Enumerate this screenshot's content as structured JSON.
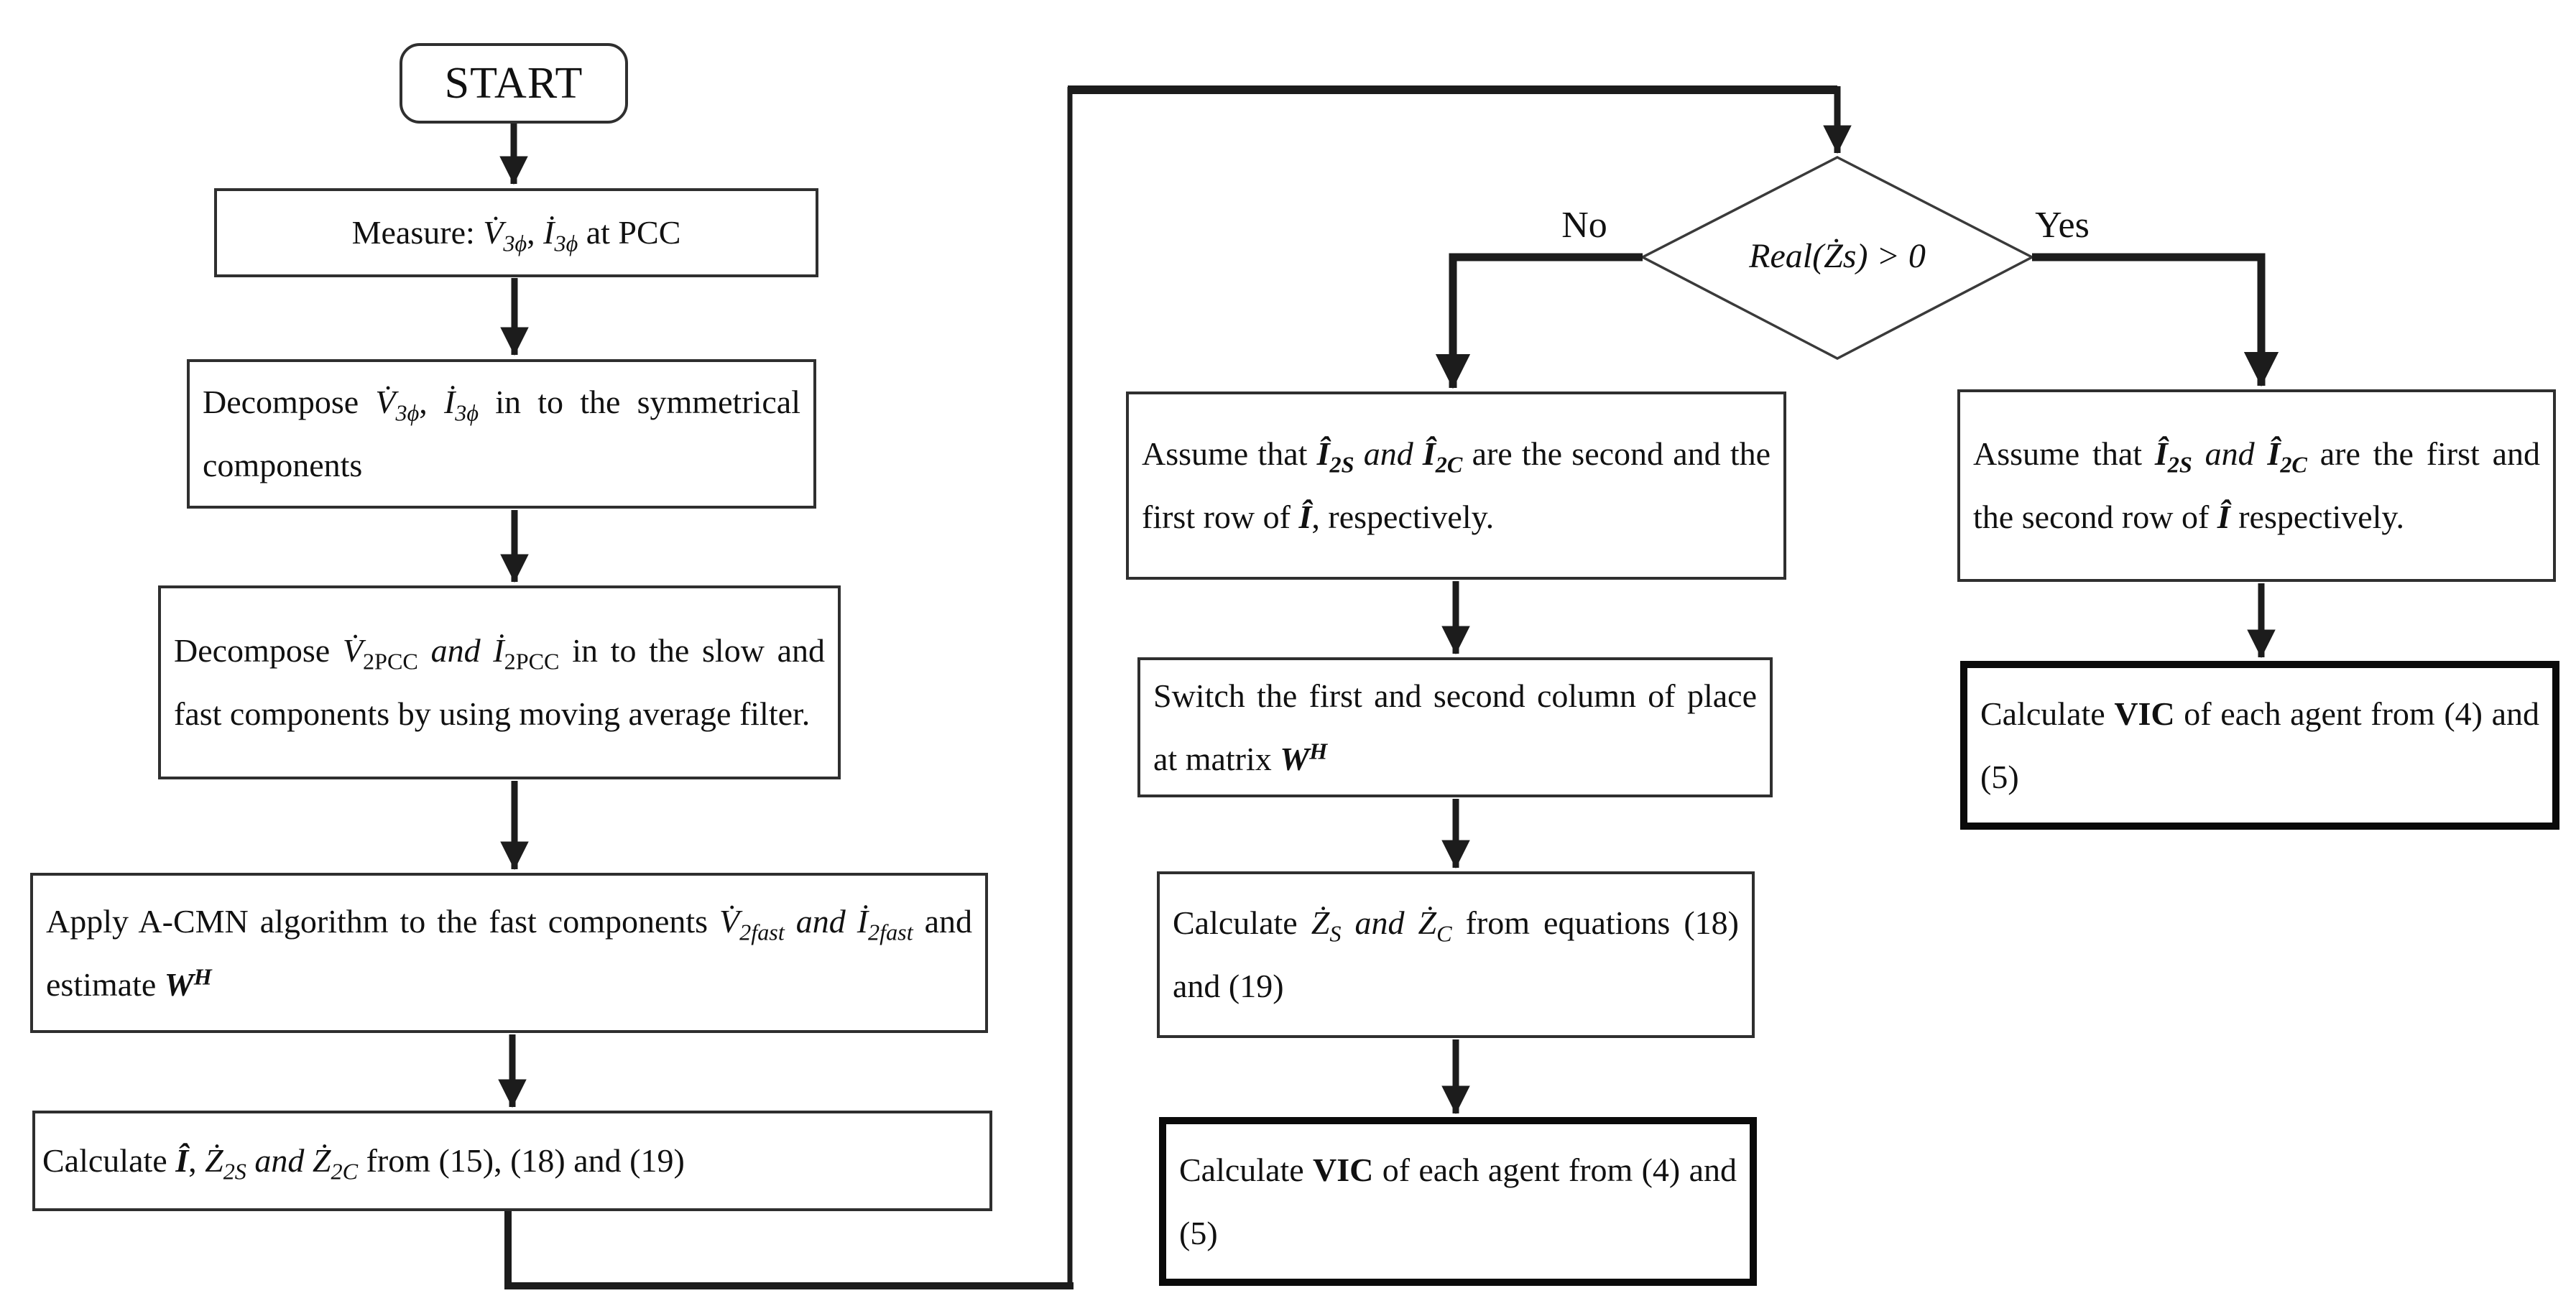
{
  "figure": {
    "background": "#ffffff",
    "line_color": "#1c1c1c",
    "box_border_color": "#2f2f2f",
    "bold_box_border_color": "#0a0a0a"
  },
  "flowchart": {
    "start_label": "START",
    "decision": {
      "runs": [
        {
          "t": "Real(Żs) > 0",
          "s": "it"
        }
      ],
      "no_label": "No",
      "yes_label": "Yes"
    },
    "nodes": {
      "measure": {
        "runs": [
          {
            "t": "Measure: "
          },
          {
            "t": "V̇",
            "s": "it"
          },
          {
            "t": "3ϕ",
            "s": "sub it"
          },
          {
            "t": ", "
          },
          {
            "t": "İ",
            "s": "it"
          },
          {
            "t": "3ϕ",
            "s": "sub it"
          },
          {
            "t": " at PCC"
          }
        ]
      },
      "decompose_symmetrical": {
        "runs": [
          {
            "t": "Decompose "
          },
          {
            "t": "V̇",
            "s": "it"
          },
          {
            "t": "3ϕ",
            "s": "sub it"
          },
          {
            "t": ", "
          },
          {
            "t": "İ",
            "s": "it"
          },
          {
            "t": "3ϕ",
            "s": "sub it"
          },
          {
            "t": " in to the symmetrical components"
          }
        ]
      },
      "decompose_slow_fast": {
        "runs": [
          {
            "t": "Decompose "
          },
          {
            "t": "V̇",
            "s": "it"
          },
          {
            "t": "2PCC",
            "s": "sub"
          },
          {
            "t": " "
          },
          {
            "t": "and",
            "s": "it"
          },
          {
            "t": " "
          },
          {
            "t": "İ",
            "s": "it"
          },
          {
            "t": "2PCC",
            "s": "sub"
          },
          {
            "t": "  in to the slow and fast components by using moving average filter."
          }
        ]
      },
      "apply_acmn": {
        "runs": [
          {
            "t": "Apply A-CMN algorithm to the fast components "
          },
          {
            "t": "V̇",
            "s": "it"
          },
          {
            "t": "2fast",
            "s": "sub it"
          },
          {
            "t": " "
          },
          {
            "t": "and",
            "s": "it"
          },
          {
            "t": " "
          },
          {
            "t": "İ",
            "s": "it"
          },
          {
            "t": "2fast",
            "s": "sub it"
          },
          {
            "t": " and estimate "
          },
          {
            "t": "W",
            "s": "bi"
          },
          {
            "t": "H",
            "s": "sup bi"
          }
        ]
      },
      "calculate_i_z": {
        "runs": [
          {
            "t": "Calculate  "
          },
          {
            "t": "Î",
            "s": "bi"
          },
          {
            "t": ", "
          },
          {
            "t": "Ż",
            "s": "it"
          },
          {
            "t": "2S",
            "s": "sub it"
          },
          {
            "t": " "
          },
          {
            "t": "and",
            "s": "it"
          },
          {
            "t": " "
          },
          {
            "t": "Ż",
            "s": "it"
          },
          {
            "t": "2C",
            "s": "sub it"
          },
          {
            "t": " from (15), (18) and (19)"
          }
        ]
      },
      "assume_no": {
        "runs": [
          {
            "t": "Assume that "
          },
          {
            "t": "Î",
            "s": "bi"
          },
          {
            "t": "2S",
            "s": "sub bi"
          },
          {
            "t": " "
          },
          {
            "t": "and",
            "s": "it"
          },
          {
            "t": " "
          },
          {
            "t": "Î",
            "s": "bi"
          },
          {
            "t": "2C",
            "s": "sub bi"
          },
          {
            "t": "  are the second and the first row of "
          },
          {
            "t": "Î",
            "s": "bi"
          },
          {
            "t": ", respectively."
          }
        ]
      },
      "switch_columns": {
        "runs": [
          {
            "t": "Switch the first and second column of place at matrix "
          },
          {
            "t": "W",
            "s": "bi"
          },
          {
            "t": "H",
            "s": "sup bi"
          }
        ]
      },
      "calculate_zs_zc": {
        "runs": [
          {
            "t": "Calculate  "
          },
          {
            "t": "Ż",
            "s": "it"
          },
          {
            "t": "S",
            "s": "sub it"
          },
          {
            "t": " "
          },
          {
            "t": "and",
            "s": "it"
          },
          {
            "t": " "
          },
          {
            "t": "Ż",
            "s": "it"
          },
          {
            "t": "C",
            "s": "sub it"
          },
          {
            "t": "  from equations (18) and (19)"
          }
        ]
      },
      "calculate_vic_no": {
        "runs": [
          {
            "t": "Calculate "
          },
          {
            "t": "VIC",
            "s": "bd"
          },
          {
            "t": " of each agent from (4) and (5)"
          }
        ]
      },
      "assume_yes": {
        "runs": [
          {
            "t": "Assume  that  "
          },
          {
            "t": "Î",
            "s": "bi"
          },
          {
            "t": "2S",
            "s": "sub bi"
          },
          {
            "t": " "
          },
          {
            "t": "and",
            "s": "it"
          },
          {
            "t": " "
          },
          {
            "t": "Î",
            "s": "bi"
          },
          {
            "t": "2C",
            "s": "sub bi"
          },
          {
            "t": " are the first and the second row of "
          },
          {
            "t": "Î",
            "s": "bi"
          },
          {
            "t": " respectively."
          }
        ]
      },
      "calculate_vic_yes": {
        "runs": [
          {
            "t": "Calculate "
          },
          {
            "t": "VIC",
            "s": "bd"
          },
          {
            "t": " of each agent from (4) and (5)"
          }
        ]
      }
    }
  }
}
